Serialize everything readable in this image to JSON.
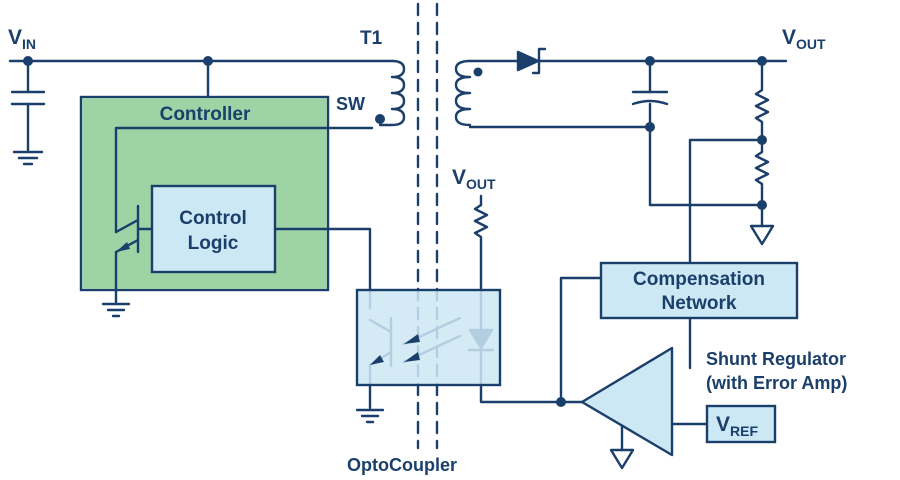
{
  "labels": {
    "vin_main": "V",
    "vin_sub": "IN",
    "t1": "T1",
    "sw": "SW",
    "vout_right_main": "V",
    "vout_right_sub": "OUT",
    "vout_mid_main": "V",
    "vout_mid_sub": "OUT",
    "controller": "Controller",
    "control_logic_line1": "Control",
    "control_logic_line2": "Logic",
    "compensation_line1": "Compensation",
    "compensation_line2": "Network",
    "shunt_line1": "Shunt Regulator",
    "shunt_line2": "(with Error Amp)",
    "vref_main": "V",
    "vref_sub": "REF",
    "optocoupler": "OptoCoupler"
  },
  "colors": {
    "wire": "#1b3f6b",
    "controller_fill": "#9ed3a6",
    "block_fill": "#cde8f5",
    "isolation": "#1b3f6b"
  }
}
